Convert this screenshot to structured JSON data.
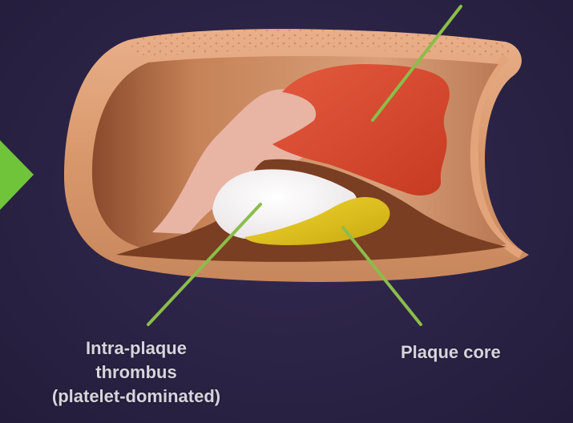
{
  "labels": {
    "thrombus_line1": "Intra-plaque",
    "thrombus_line2": "thrombus",
    "thrombus_line3": "(platelet-dominated)",
    "plaque_core": "Plaque core"
  },
  "colors": {
    "background": "#2a2243",
    "vessel_wall": "#c88a5e",
    "vessel_inner": "#b46a45",
    "red_thrombus": "#d5472d",
    "pink_tissue": "#e8b4a4",
    "white_thrombus": "#f8f6f4",
    "yellow_core": "#e0c520",
    "dark_layer": "#7a3e22",
    "pointer_lines": "#8bbd4a",
    "arrow": "#6fc43a",
    "label_text": "#d7d4dc"
  },
  "icons": {
    "left_arrow": "green-arrow-icon"
  }
}
